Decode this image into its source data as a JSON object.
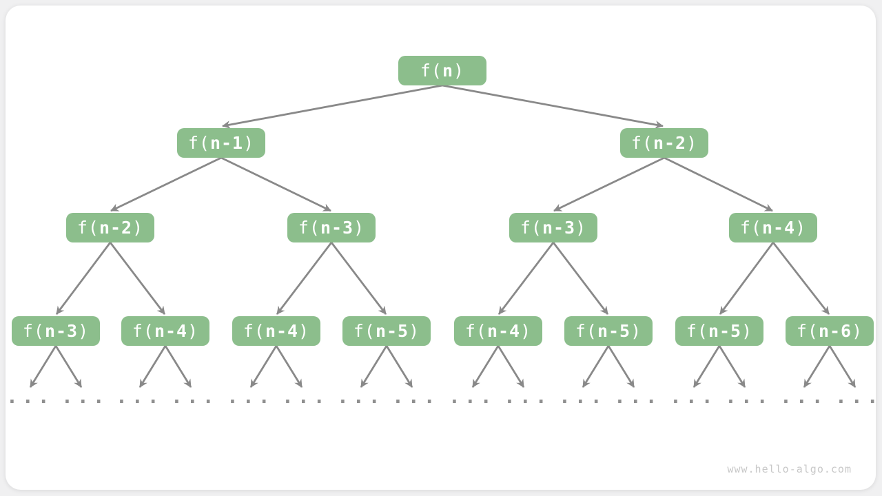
{
  "labels": {
    "pre": "f(",
    "post": ")",
    "ellipsis": "..."
  },
  "watermark": "www.hello-algo.com",
  "colors": {
    "node_bg": "#8cbe8c",
    "node_text": "#ffffff",
    "arrow": "#898989",
    "ellipsis_text": "#8f8f8f",
    "card_bg": "#ffffff",
    "page_bg": "#f0f0f1",
    "watermark_text": "#c8c8c8"
  },
  "tree": {
    "type": "recursion-tree",
    "nodes": [
      {
        "label": "f(n)",
        "arg": "n",
        "level": 0,
        "children": [
          1,
          2
        ]
      },
      {
        "label": "f(n-1)",
        "arg": "n-1",
        "level": 1,
        "children": [
          3,
          4
        ]
      },
      {
        "label": "f(n-2)",
        "arg": "n-2",
        "level": 1,
        "children": [
          5,
          6
        ]
      },
      {
        "label": "f(n-2)",
        "arg": "n-2",
        "level": 2,
        "children": [
          7,
          8
        ]
      },
      {
        "label": "f(n-3)",
        "arg": "n-3",
        "level": 2,
        "children": [
          9,
          10
        ]
      },
      {
        "label": "f(n-3)",
        "arg": "n-3",
        "level": 2,
        "children": [
          11,
          12
        ]
      },
      {
        "label": "f(n-4)",
        "arg": "n-4",
        "level": 2,
        "children": [
          13,
          14
        ]
      },
      {
        "label": "f(n-3)",
        "arg": "n-3",
        "level": 3,
        "children": [
          "...",
          "..."
        ]
      },
      {
        "label": "f(n-4)",
        "arg": "n-4",
        "level": 3,
        "children": [
          "...",
          "..."
        ]
      },
      {
        "label": "f(n-4)",
        "arg": "n-4",
        "level": 3,
        "children": [
          "...",
          "..."
        ]
      },
      {
        "label": "f(n-5)",
        "arg": "n-5",
        "level": 3,
        "children": [
          "...",
          "..."
        ]
      },
      {
        "label": "f(n-4)",
        "arg": "n-4",
        "level": 3,
        "children": [
          "...",
          "..."
        ]
      },
      {
        "label": "f(n-5)",
        "arg": "n-5",
        "level": 3,
        "children": [
          "...",
          "..."
        ]
      },
      {
        "label": "f(n-5)",
        "arg": "n-5",
        "level": 3,
        "children": [
          "...",
          "..."
        ]
      },
      {
        "label": "f(n-6)",
        "arg": "n-6",
        "level": 3,
        "children": [
          "...",
          "..."
        ]
      }
    ],
    "leaf_ellipsis_count": 16
  }
}
